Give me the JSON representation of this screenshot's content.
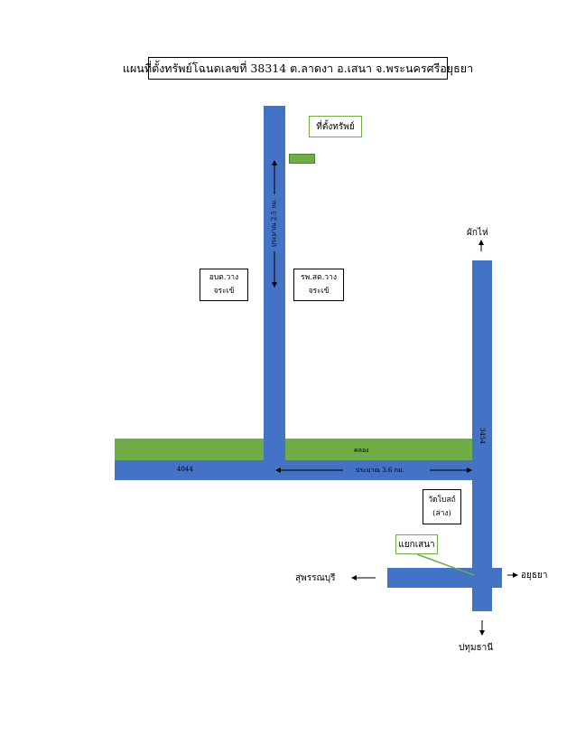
{
  "title": "แผนที่ตั้งทรัพย์โฉนดเลขที่ 38314 ต.ลาดงา อ.เสนา จ.พระนครศรีอยุธยา",
  "property_label": "ที่ตั้งทรัพย์",
  "distance_vertical": "ประมาณ 2.5 กม.",
  "distance_horizontal": "ประมาณ 3.6 กม.",
  "canal_label": "คลอง",
  "road_4044": "4044",
  "road_3454": "3454",
  "left_office": {
    "line1": "อบต.วาง",
    "line2": "จระเข้"
  },
  "right_hospital": {
    "line1": "รพ.สต.วาง",
    "line2": "จระเข้"
  },
  "temple": {
    "line1": "วัดโบสถ์",
    "line2": "(ล่าง)"
  },
  "junction_label": "แยกเสนา",
  "dest_north": "ผักไห่",
  "dest_west": "สุพรรณบุรี",
  "dest_east": "อยุธยา",
  "dest_south": "ปทุมธานี",
  "colors": {
    "road": "#4472c4",
    "green": "#70ad47"
  }
}
